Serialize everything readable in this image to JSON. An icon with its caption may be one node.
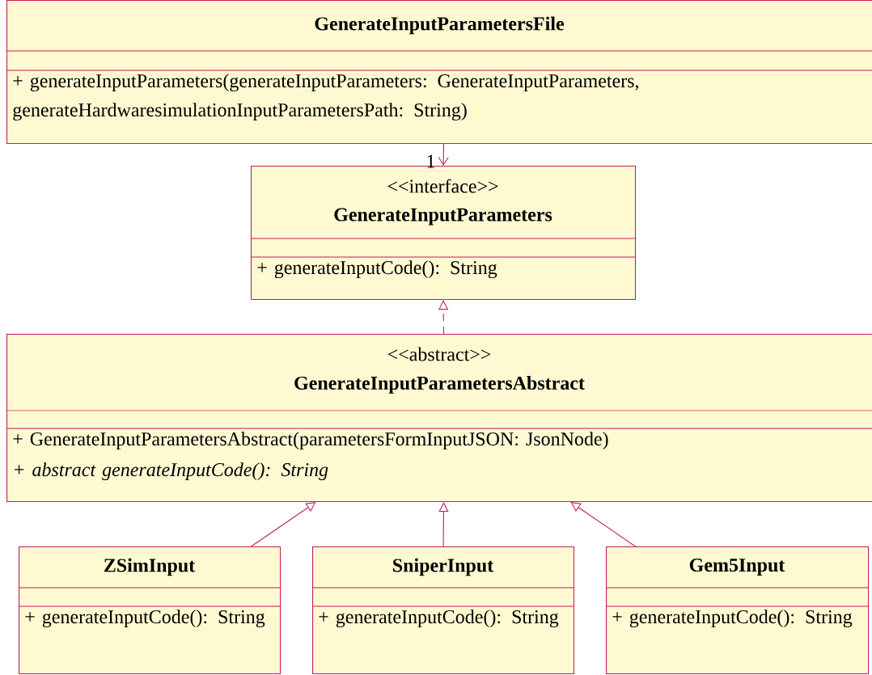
{
  "diagram": {
    "nodes": [
      {
        "text": [
          "GenerateInputParametersFile",
          "+ generateInputParameters(generateInputParameters: GenerateInputParameters, generateHardwaresimulationInputParametersPath: String)"
        ]
      },
      {
        "text": [
          "<<interface>>",
          "GenerateInputParameters",
          "+ generateInputCode(): String"
        ]
      },
      {
        "text": [
          "<<abstract>>",
          "GenerateInputParametersAbstract",
          "+ GenerateInputParametersAbstract(parametersFormInputJSON: JsonNode)",
          "+ abstract generateInputCode(): String"
        ]
      },
      {
        "text": [
          "ZSimInput",
          "+ generateInputCode(): String"
        ]
      },
      {
        "text": [
          "SniperInput",
          "+ generateInputCode(): String"
        ]
      },
      {
        "text": [
          "Gem5Input",
          "+ generateInputCode(): String"
        ]
      }
    ],
    "edges": [
      {
        "from": 0,
        "to": 1,
        "arrow": "to",
        "label": "1"
      },
      {
        "from": 2,
        "to": 1,
        "arrow": "to",
        "style": "dashed"
      },
      {
        "from": 3,
        "to": 2,
        "arrow": "to"
      },
      {
        "from": 4,
        "to": 2,
        "arrow": "to"
      },
      {
        "from": 5,
        "to": 2,
        "arrow": "to"
      }
    ]
  }
}
